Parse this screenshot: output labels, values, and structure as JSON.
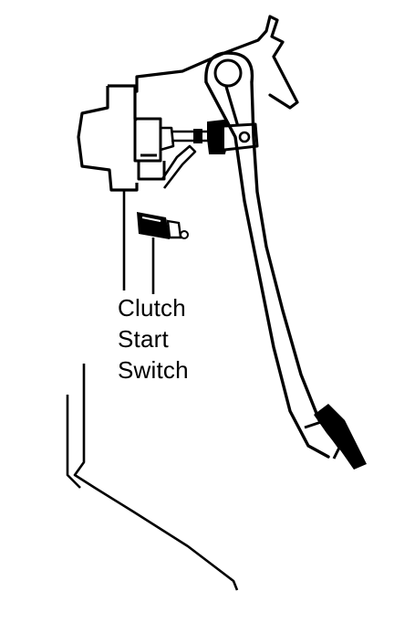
{
  "callout": {
    "line1": "Clutch",
    "line2": "Start",
    "line3": "Switch"
  },
  "colors": {
    "ink": "#000000",
    "paper": "#ffffff"
  }
}
